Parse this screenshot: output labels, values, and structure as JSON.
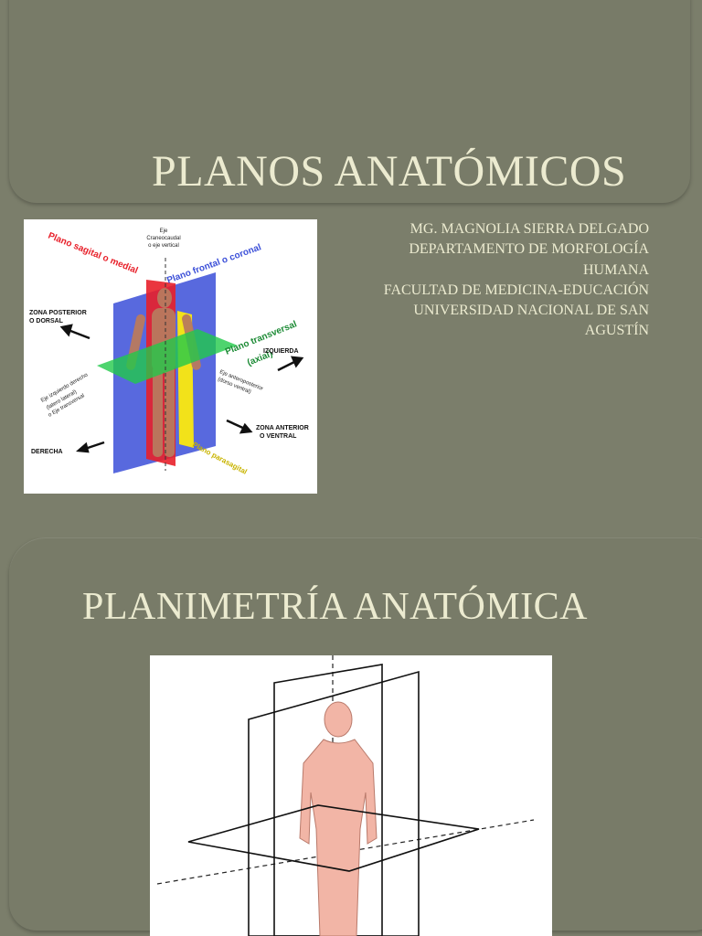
{
  "slides": [
    {
      "title": "PLANOS ANATÓMICOS",
      "author_lines": [
        "MG. MAGNOLIA SIERRA DELGADO",
        "DEPARTAMENTO DE MORFOLOGÍA",
        "HUMANA",
        "FACULTAD DE MEDICINA-EDUCACIÓN",
        "UNIVERSIDAD NACIONAL DE SAN",
        "AGUSTÍN"
      ],
      "figure": {
        "sagittal": "Plano sagital o medial",
        "frontal": "Plano frontal o coronal",
        "axis_vertical": [
          "Eje",
          "Craneocaudal",
          "o eje vertical"
        ],
        "transverse": [
          "Plano transversal",
          "(axial)"
        ],
        "posterior": [
          "ZONA POSTERIOR",
          "O DORSAL"
        ],
        "left": "IZQUIERDA",
        "axis_lateral": [
          "Eje izquierdo derecho",
          "(latero lateral)",
          "o Eje transversal"
        ],
        "axis_ap": [
          "Eje anteroposterior",
          "(dorso ventral)"
        ],
        "anterior": [
          "ZONA ANTERIOR",
          "O VENTRAL"
        ],
        "right": "DERECHA",
        "parasagittal": "Plano parasagital"
      }
    },
    {
      "title": "PLANIMETRÍA ANATÓMICA"
    }
  ],
  "colors": {
    "background": "#7b7e6b",
    "title_text": "#ecebd0",
    "sagittal_plane": "#e8202a",
    "frontal_plane": "#3b4fd8",
    "transverse_plane": "#22c94a",
    "parasagittal_plane": "#f2e21a",
    "skin_tone": "#f2b5a6"
  }
}
